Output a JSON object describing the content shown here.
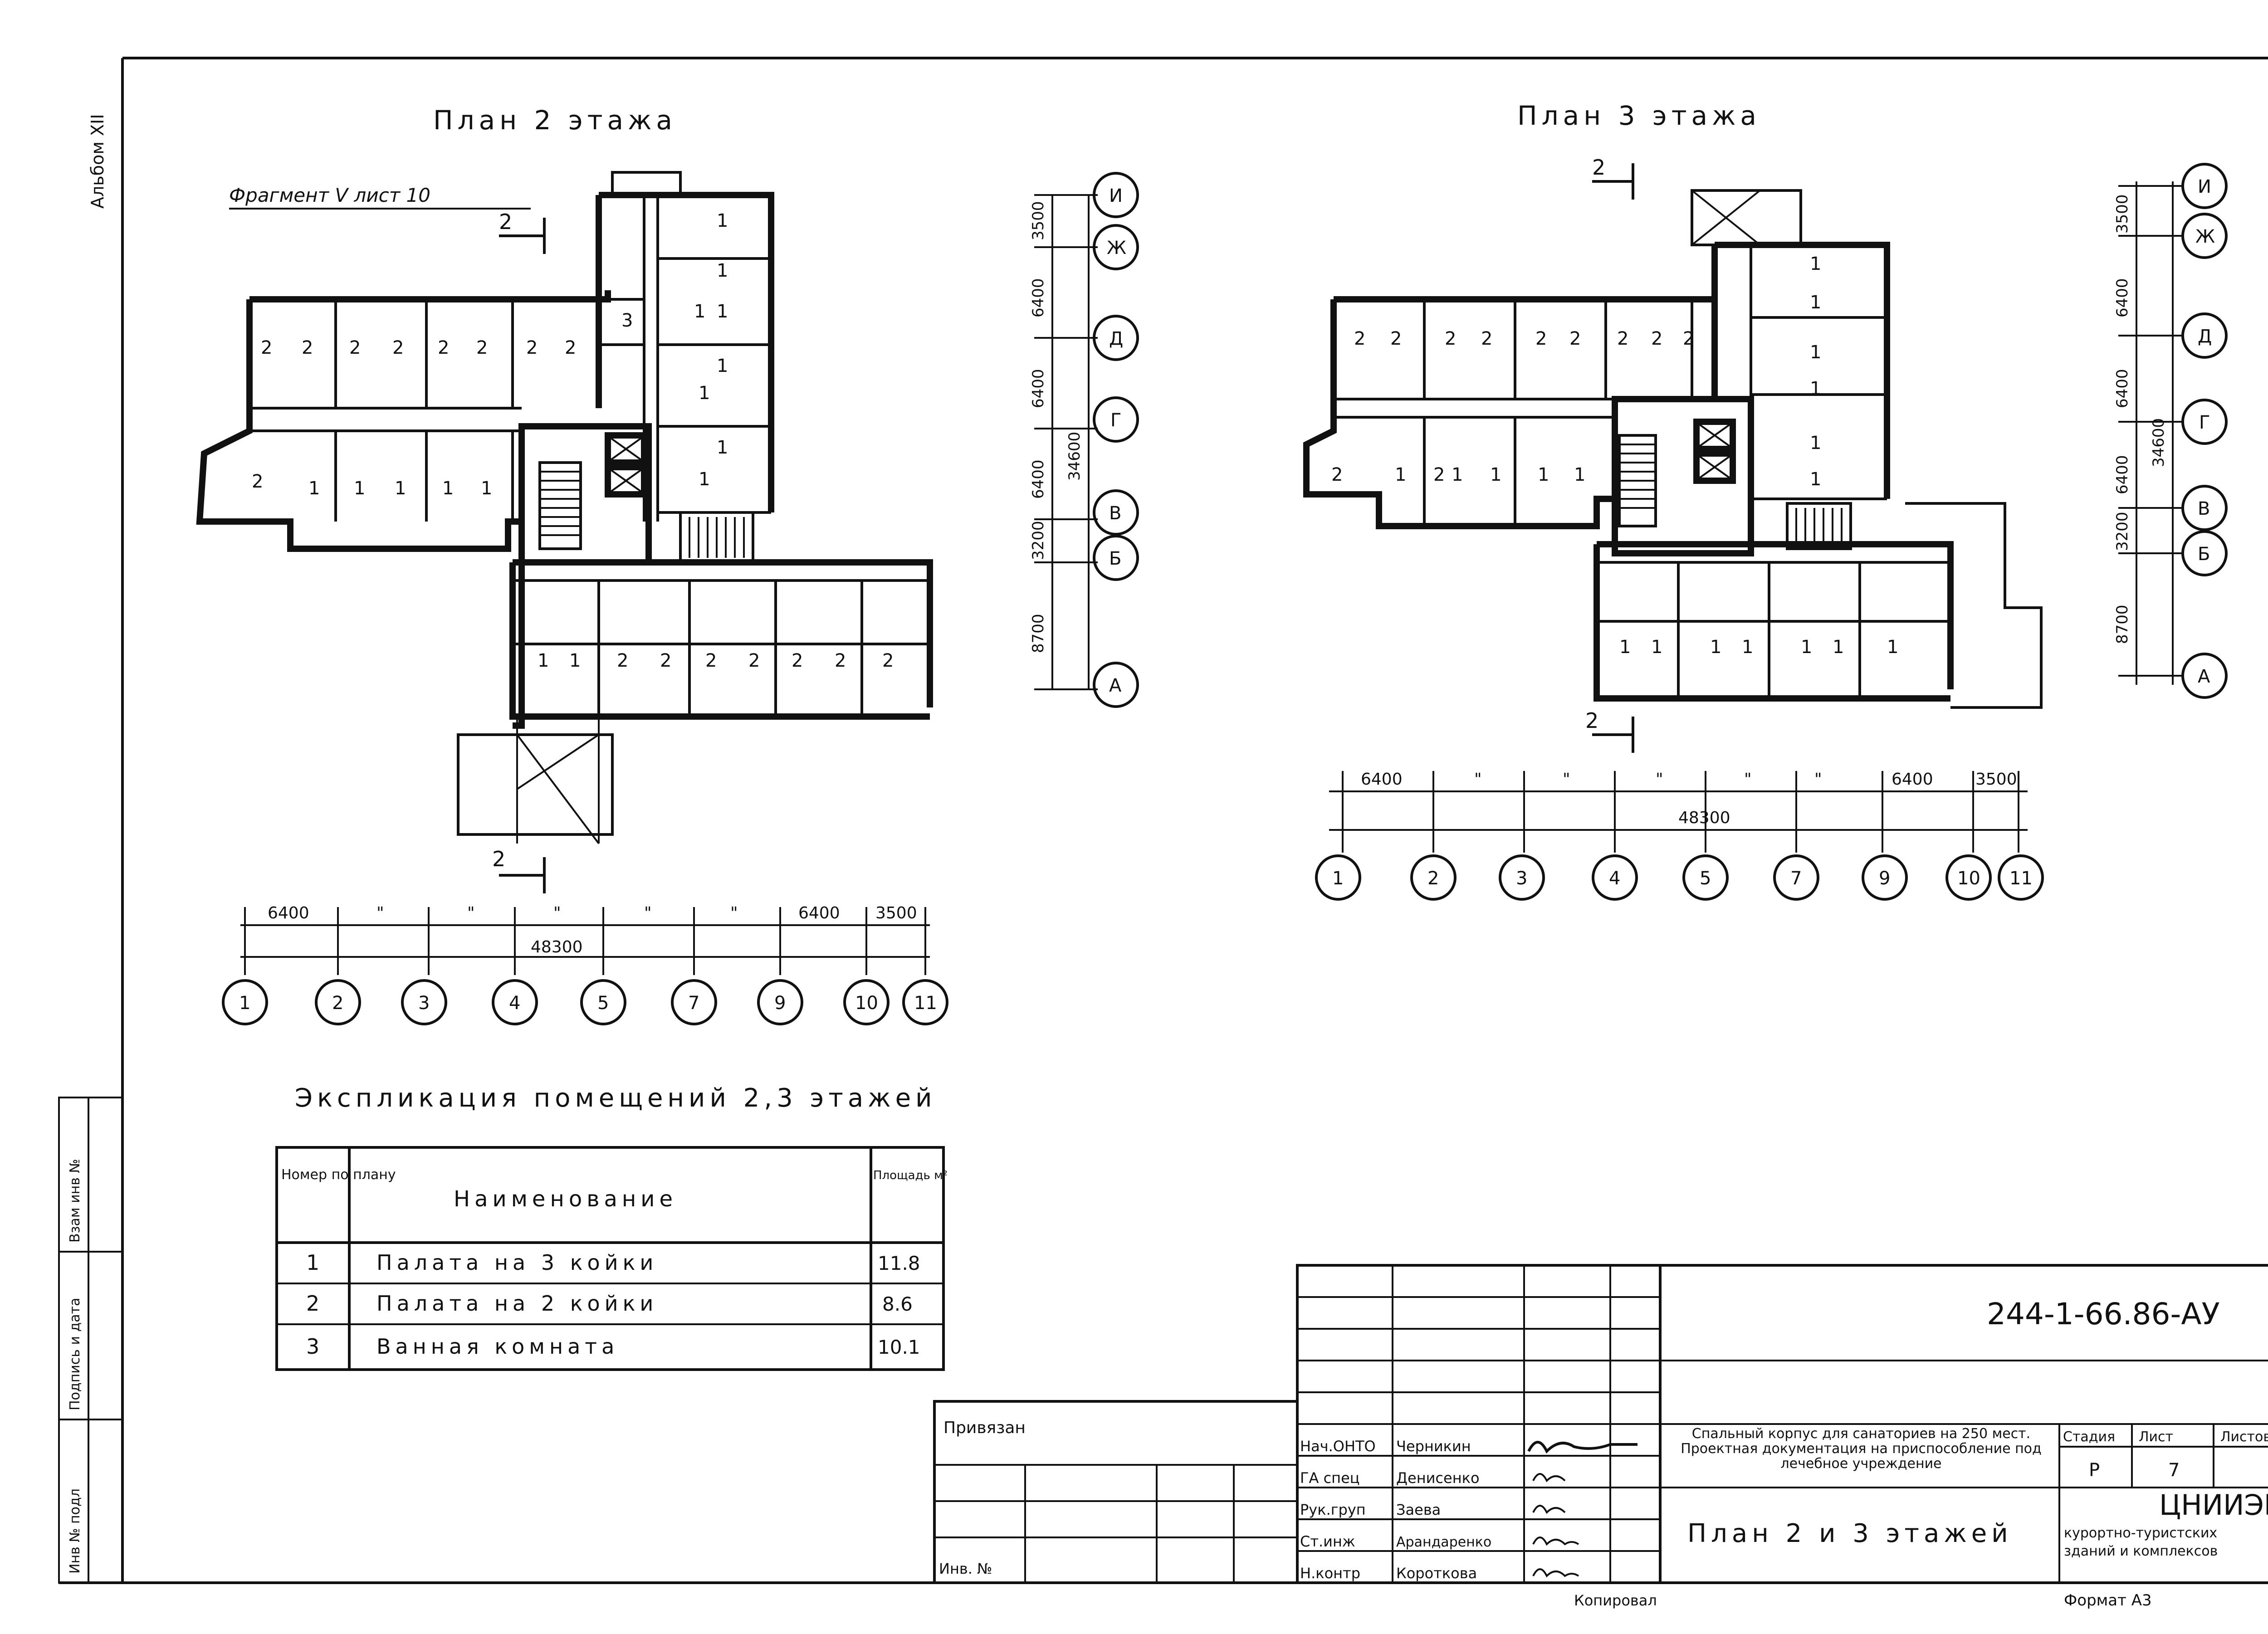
{
  "album": "Альбом XII",
  "plan2": {
    "title": "План 2 этажа",
    "fragment_note": "Фрагмент V лист 10",
    "section_label": "2",
    "room_labels": [
      "2",
      "2",
      "2",
      "2",
      "2",
      "2",
      "2",
      "2",
      "1",
      "1",
      "1",
      "1",
      "1",
      "1",
      "1",
      "1",
      "3",
      "1",
      "1",
      "1",
      "1",
      "1",
      "2",
      "2",
      "2",
      "2",
      "2",
      "2",
      "2",
      "1",
      "1",
      "2"
    ],
    "vert_dims": [
      "3500",
      "6400",
      "6400",
      "6400",
      "3200",
      "8700"
    ],
    "vert_total": "34600",
    "axes_letters": [
      "И",
      "Ж",
      "Д",
      "Г",
      "В",
      "Б",
      "А"
    ],
    "horiz_dims": [
      "6400",
      "\"",
      "\"",
      "\"",
      "\"",
      "\"",
      "6400",
      "3500"
    ],
    "horiz_total": "48300",
    "axes_numbers": [
      "1",
      "2",
      "3",
      "4",
      "5",
      "7",
      "9",
      "10",
      "11"
    ]
  },
  "plan3": {
    "title": "План 3 этажа",
    "section_label": "2",
    "room_labels": [
      "2",
      "2",
      "2",
      "2",
      "2",
      "2",
      "2",
      "2",
      "2",
      "2",
      "1",
      "1",
      "1",
      "1",
      "1",
      "1",
      "1",
      "1",
      "2",
      "1",
      "1",
      "1",
      "1",
      "1",
      "1",
      "1",
      "1",
      "1",
      "1"
    ],
    "vert_dims": [
      "3500",
      "6400",
      "6400",
      "6400",
      "3200",
      "8700"
    ],
    "vert_total": "34600",
    "axes_letters": [
      "И",
      "Ж",
      "Д",
      "Г",
      "В",
      "Б",
      "А"
    ],
    "horiz_dims": [
      "6400",
      "\"",
      "\"",
      "\"",
      "\"",
      "\"",
      "6400",
      "3500"
    ],
    "horiz_total": "48300",
    "axes_numbers": [
      "1",
      "2",
      "3",
      "4",
      "5",
      "7",
      "9",
      "10",
      "11"
    ]
  },
  "explication": {
    "title": "Экспликация помещений 2,3 этажей",
    "headers": [
      "Номер по плану",
      "Наименование",
      "Площадь м²"
    ],
    "rows": [
      {
        "num": "1",
        "name": "Палата на 3 койки",
        "area": "11.8"
      },
      {
        "num": "2",
        "name": "Палата на 2 койки",
        "area": "8.6"
      },
      {
        "num": "3",
        "name": "Ванная комната",
        "area": "10.1"
      }
    ]
  },
  "side_stamp": [
    "Взам инв №",
    "Подпись и дата",
    "Инв № подл"
  ],
  "title_block": {
    "doc_code": "244-1-66.86-АУ",
    "privyazan": "Привязан",
    "inv_no": "Инв. №",
    "signatures": [
      {
        "role": "Нач.ОНТО",
        "name": "Черникин"
      },
      {
        "role": "ГА спец",
        "name": "Денисенко"
      },
      {
        "role": "Рук.груп",
        "name": "Заева"
      },
      {
        "role": "Ст.инж",
        "name": "Арандаренко"
      },
      {
        "role": "Н.контр",
        "name": "Короткова"
      }
    ],
    "project_name": "Спальный корпус для санаториев на 250 мест. Проектная документация на приспособление под лечебное учреждение",
    "sheet_title": "План 2 и 3 этажей",
    "stage_label": "Стадия",
    "sheet_label": "Лист",
    "sheets_label": "Листов",
    "stage": "Р",
    "sheet": "7",
    "org": "ЦНИИЭП",
    "org_sub1": "курортно-туристских",
    "org_sub2": "зданий и комплексов",
    "copied": "Копировал",
    "format": "Формат А3"
  }
}
